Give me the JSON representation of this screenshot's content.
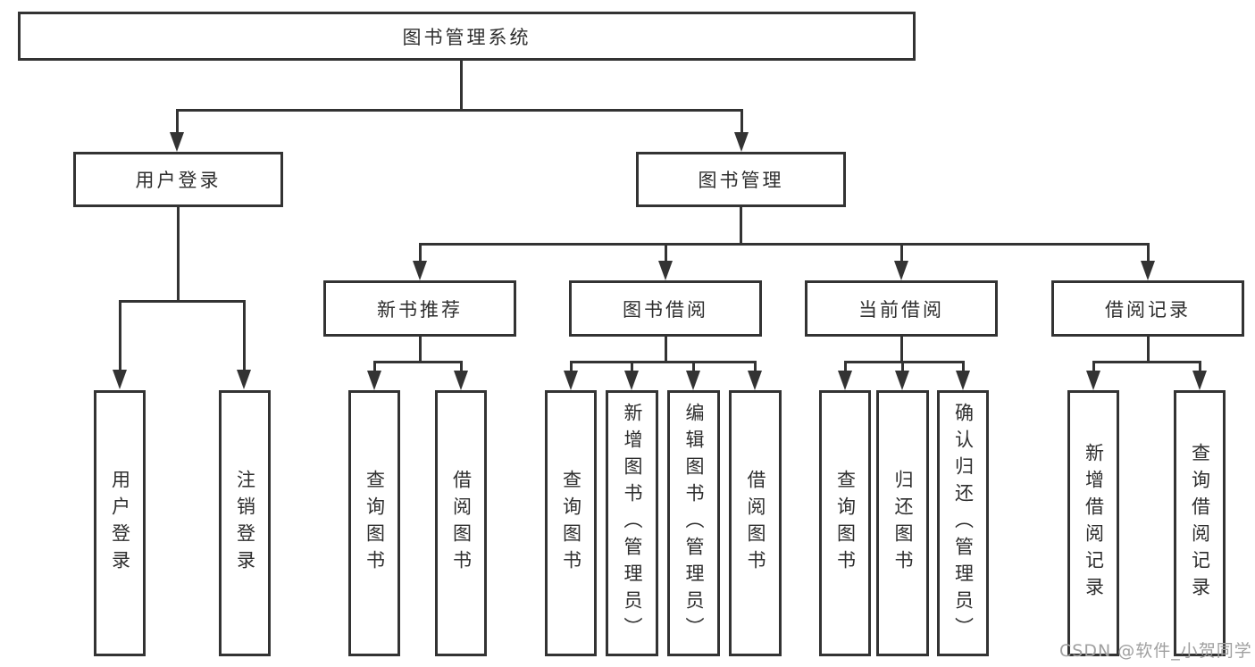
{
  "diagram": {
    "root": {
      "label": "图书管理系统"
    },
    "level1": [
      {
        "label": "用户登录"
      },
      {
        "label": "图书管理"
      }
    ],
    "level2": [
      {
        "label": "新书推荐"
      },
      {
        "label": "图书借阅"
      },
      {
        "label": "当前借阅"
      },
      {
        "label": "借阅记录"
      }
    ],
    "leaves": {
      "login": [
        "用户登录",
        "注销登录"
      ],
      "newbook": [
        "查询图书",
        "借阅图书"
      ],
      "borrow": [
        "查询图书",
        "新增图书（管理员）",
        "编辑图书（管理员）",
        "借阅图书"
      ],
      "current": [
        "查询图书",
        "归还图书",
        "确认归还（管理员）"
      ],
      "records": [
        "新增借阅记录",
        "查询借阅记录"
      ]
    }
  },
  "watermark": {
    "text": "CSDN @软件_小贺同学"
  },
  "colors": {
    "line": "#333333",
    "text": "#2e2e2e",
    "box_background": "#ffffff",
    "watermark": "#a0a0a0"
  }
}
